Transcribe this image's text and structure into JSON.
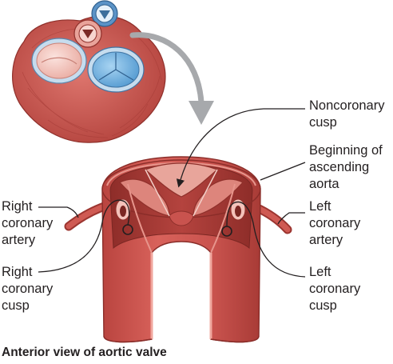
{
  "labels": {
    "noncoronary_cusp": [
      "Noncoronary",
      "cusp"
    ],
    "ascending_aorta": [
      "Beginning of",
      "ascending",
      "aorta"
    ],
    "right_coronary_artery": [
      "Right",
      "coronary",
      "artery"
    ],
    "left_coronary_artery": [
      "Left",
      "coronary",
      "artery"
    ],
    "right_coronary_cusp": [
      "Right",
      "coronary",
      "cusp"
    ],
    "left_coronary_cusp": [
      "Left",
      "coronary",
      "cusp"
    ]
  },
  "caption": "Anterior view of aortic valve",
  "colors": {
    "muscle": "#c9534e",
    "muscle_dark": "#9c3530",
    "muscle_light": "#e59a8f",
    "valve_blue": "#6fb2e0",
    "valve_ring": "#bcd9ee",
    "leaflet_pink": "#f0c3bb",
    "arrow_gray": "#a7a9ac",
    "line": "#231f20"
  }
}
